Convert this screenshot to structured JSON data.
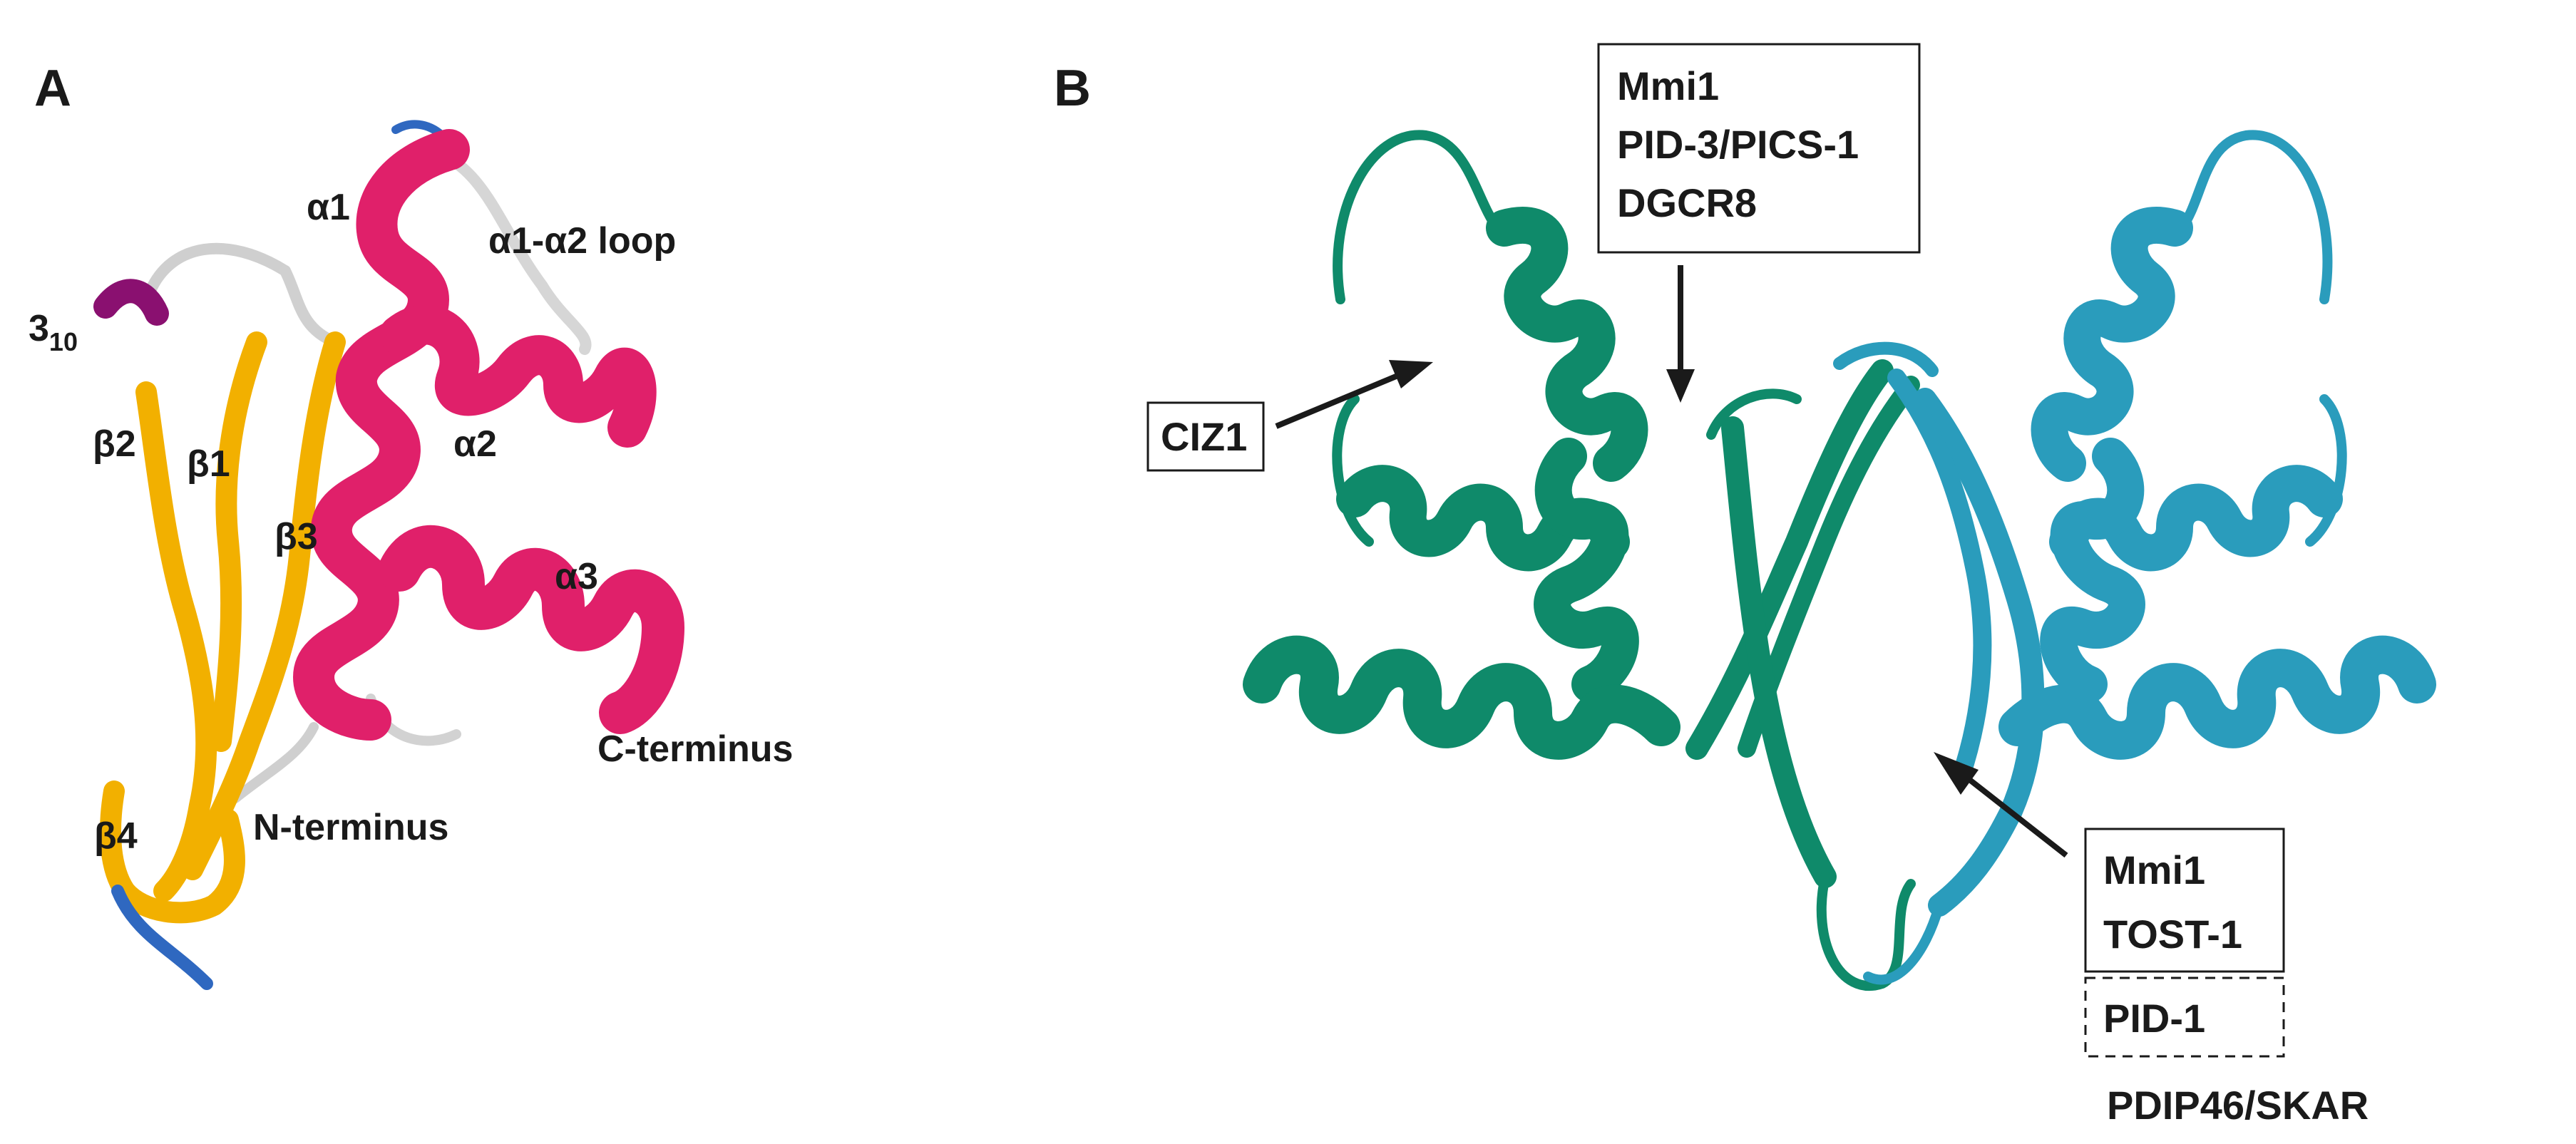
{
  "panel_a": {
    "letter": "A",
    "labels": {
      "helix_310_main": "3",
      "helix_310_sub": "10",
      "beta2": "β2",
      "beta1": "β1",
      "beta3": "β3",
      "beta4": "β4",
      "alpha1": "α1",
      "alpha1_alpha2_loop": "α1-α2 loop",
      "alpha2": "α2",
      "alpha3": "α3",
      "c_terminus": "C-terminus",
      "n_terminus": "N-terminus"
    },
    "colors": {
      "helix": "#e0206a",
      "strand": "#f2b000",
      "helix_310": "#8a1070",
      "loop": "#e6e6e6",
      "turn": "#2f68c0"
    }
  },
  "panel_b": {
    "letter": "B",
    "top_box": {
      "line1": "Mmi1",
      "line2": "PID-3/PICS-1",
      "line3": "DGCR8"
    },
    "left_box": {
      "label": "CIZ1"
    },
    "bottom_box": {
      "line1": "Mmi1",
      "line2": "TOST-1"
    },
    "dashed_box": {
      "label": "PID-1"
    },
    "below_label": "PDIP46/SKAR",
    "colors": {
      "chain_a": "#0f8a6a",
      "chain_b": "#2a9cbc"
    }
  }
}
